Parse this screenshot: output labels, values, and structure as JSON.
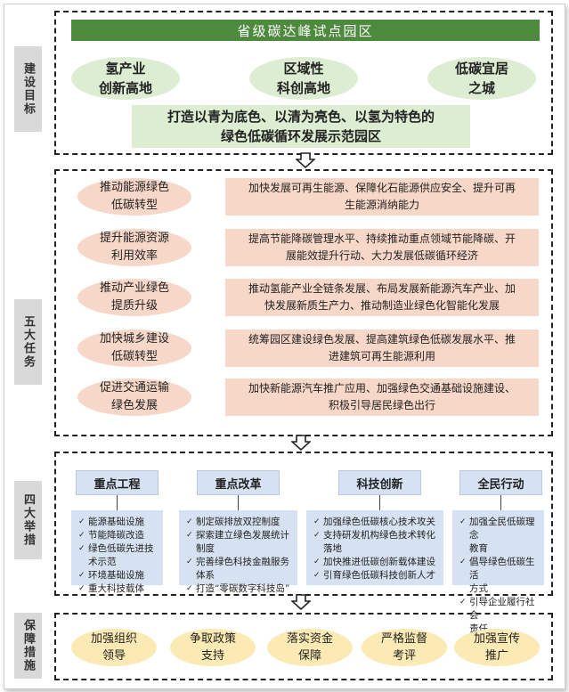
{
  "side_labels": {
    "goal": "建设目标",
    "tasks": "五大任务",
    "measures": "四大举措",
    "guarantee": "保障措施"
  },
  "goal": {
    "title": "省级碳达峰试点园区",
    "ovals": [
      {
        "line1": "氢产业",
        "line2": "创新高地"
      },
      {
        "line1": "区域性",
        "line2": "科创高地"
      },
      {
        "line1": "低碳宜居",
        "line2": "之城"
      }
    ],
    "slogan_line1": "打造以青为底色、以清为亮色、以氢为特色的",
    "slogan_line2": "绿色低碳循环发展示范园区"
  },
  "tasks": [
    {
      "name1": "推动能源绿色",
      "name2": "低碳转型",
      "desc1": "加快发展可再生能源、保障化石能源供应安全、提升可再",
      "desc2": "生能源消纳能力"
    },
    {
      "name1": "提升能源资源",
      "name2": "利用效率",
      "desc1": "提高节能降碳管理水平、持续推动重点领域节能降碳、开",
      "desc2": "展能效提升行动、大力发展低碳循环经济"
    },
    {
      "name1": "推动产业绿色",
      "name2": "提质升级",
      "desc1": "推动氢能产业全链条发展、布局发展新能源汽车产业、加",
      "desc2": "快发展新质生产力、推动制造业绿色化智能化发展"
    },
    {
      "name1": "加快城乡建设",
      "name2": "低碳转型",
      "desc1": "统筹园区建设绿色发展、提高建筑绿色低碳发展水平、推",
      "desc2": "进建筑可再生能源利用"
    },
    {
      "name1": "促进交通运输",
      "name2": "绿色发展",
      "desc1": "加快新能源汽车推广应用、加强绿色交通基础设施建设、",
      "desc2": "积极引导居民绿色出行"
    }
  ],
  "measures": [
    {
      "title": "重点工程",
      "items": [
        "能源基础设施",
        "节能降碳改造",
        "绿色低碳先进技",
        "术示范",
        "环境基础设施",
        "重大科技载体"
      ]
    },
    {
      "title": "重点改革",
      "items": [
        "制定碳排放双控制度",
        "探索建立绿色发展统计",
        "制度",
        "完善绿色科技金融服务",
        "体系",
        "打造“零碳数字科技岛”"
      ]
    },
    {
      "title": "科技创新",
      "items": [
        "加强绿色低碳核心技术攻关",
        "支持研发机构绿色技术转化",
        "落地",
        "加快推进低碳创新载体建设",
        "引育绿色低碳科技创新人才"
      ]
    },
    {
      "title": "全民行动",
      "items": [
        "加强全民低碳理念",
        "教育",
        "倡导绿色低碳生活",
        "方式",
        "引导企业履行社会",
        "责任"
      ]
    }
  ],
  "guarantee": [
    {
      "line1": "加强组织",
      "line2": "领导"
    },
    {
      "line1": "争取政策",
      "line2": "支持"
    },
    {
      "line1": "落实资金",
      "line2": "保障"
    },
    {
      "line1": "严格监督",
      "line2": "考评"
    },
    {
      "line1": "加强宣传",
      "line2": "推广"
    }
  ],
  "colors": {
    "title_band": "#4e8a3e",
    "goal_fill": "#dcedd2",
    "task_fill": "#f7d7c8",
    "measure_fill": "#d6e2f1",
    "guarantee_fill": "#fbeab4"
  }
}
